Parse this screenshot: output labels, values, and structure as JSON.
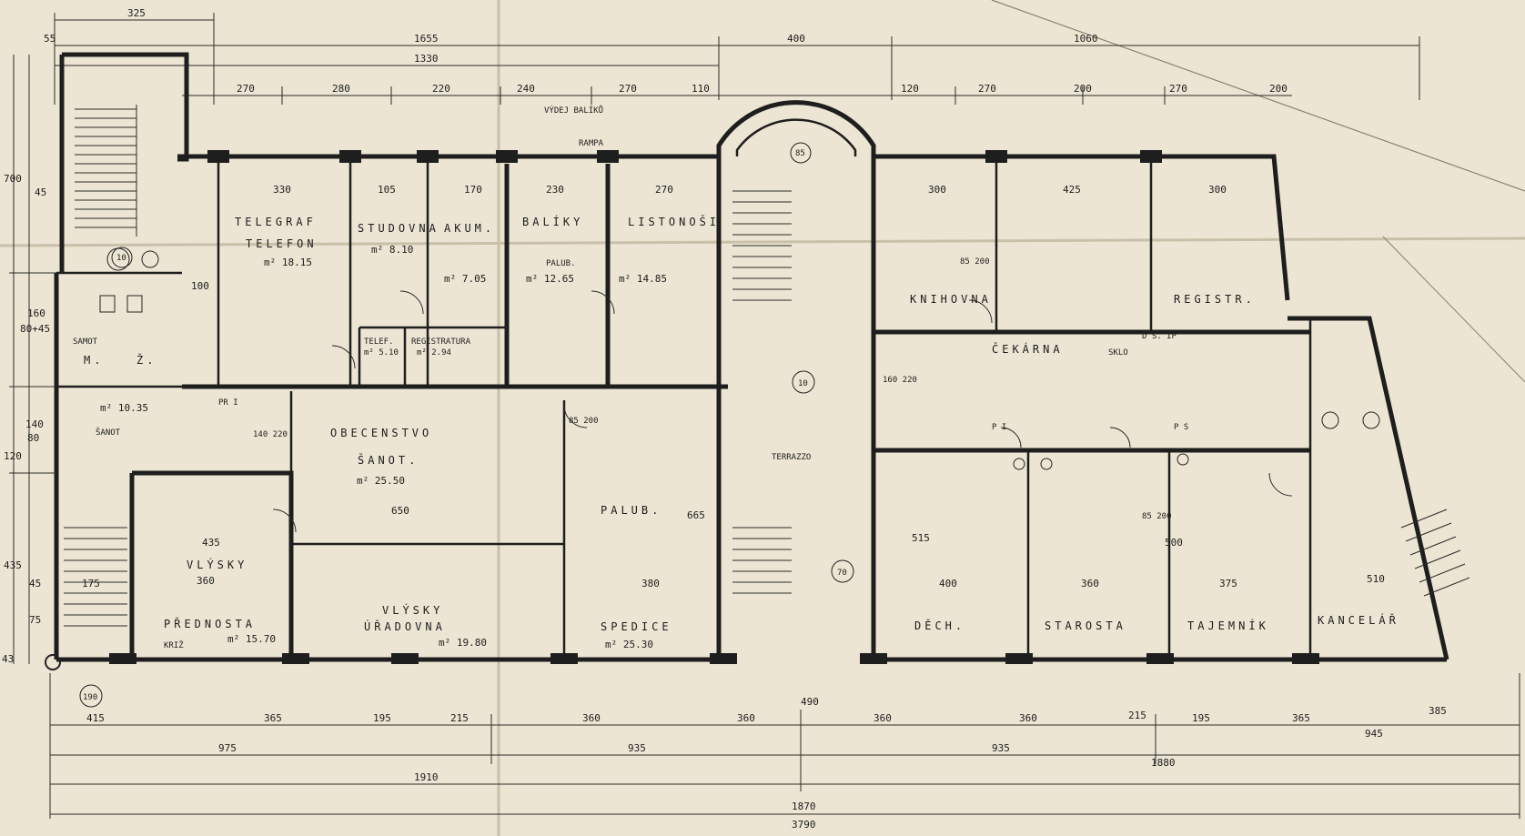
{
  "rooms": [
    {
      "label": "TELEGRAF",
      "area": ""
    },
    {
      "label": "TELEFON",
      "area": "m² 18.15"
    },
    {
      "label": "STUDOVNA",
      "area": "m² 8.10"
    },
    {
      "label": "AKUM.",
      "area": "m² 7.05"
    },
    {
      "label": "BALÍKY",
      "area": "m² 12.65"
    },
    {
      "label": "LISTONOŠI",
      "area": "m² 14.85"
    },
    {
      "label": "KNIHOVNA",
      "area": ""
    },
    {
      "label": "REGISTR.",
      "area": ""
    },
    {
      "label": "ČEKÁRNA",
      "area": ""
    },
    {
      "label": "OBECENSTVO",
      "area": "m² 25.50"
    },
    {
      "label": "ŠANOT.",
      "area": ""
    },
    {
      "label": "PALUB.",
      "area": ""
    },
    {
      "label": "TERRAZZO",
      "area": ""
    },
    {
      "label": "VLÝSKY",
      "area": ""
    },
    {
      "label": "PŘEDNOSTA",
      "area": "m² 15.70"
    },
    {
      "label": "VLÝSKY",
      "area": ""
    },
    {
      "label": "ÚŘADOVNA",
      "area": "m² 19.80"
    },
    {
      "label": "SPEDICE",
      "area": "m² 25.30"
    },
    {
      "label": "DĚCH.",
      "area": ""
    },
    {
      "label": "STAROSTA",
      "area": ""
    },
    {
      "label": "TAJEMNÍK",
      "area": ""
    },
    {
      "label": "KANCELÁŘ",
      "area": ""
    },
    {
      "label": "TELEF.",
      "area": "m² 5.10"
    },
    {
      "label": "REGISTRATURA",
      "area": "m² 2.94"
    },
    {
      "label": "VÝDEJ BALÍKŮ",
      "area": ""
    },
    {
      "label": "RAMPA",
      "area": ""
    },
    {
      "label": "ŠANOT",
      "area": "m² 10.35"
    },
    {
      "label": "PALUB.",
      "area": ""
    }
  ],
  "dims_top": [
    "325",
    "55",
    "1655",
    "400",
    "1060",
    "1330",
    "270",
    "280",
    "220",
    "240",
    "270",
    "110",
    "120",
    "270",
    "200",
    "270",
    "200"
  ],
  "dims_bottom": [
    "415",
    "365",
    "195",
    "215",
    "360",
    "360",
    "490",
    "360",
    "360",
    "215",
    "195",
    "365",
    "385",
    "975",
    "935",
    "935",
    "945",
    "1910",
    "1880",
    "1870",
    "3790"
  ],
  "dims_left": [
    "700",
    "45",
    "160",
    "80+45",
    "140",
    "80",
    "120",
    "435",
    "45",
    "75",
    "43"
  ],
  "dims_interior": [
    "330",
    "105",
    "170",
    "230",
    "270",
    "300",
    "425",
    "300",
    "100",
    "650",
    "665",
    "515",
    "500",
    "360",
    "380",
    "400",
    "360",
    "375",
    "510",
    "435",
    "175",
    "85 200",
    "140 220",
    "160 220",
    "85 200",
    "85 200"
  ],
  "markers": [
    "10",
    "85",
    "70",
    "190",
    "10"
  ],
  "misc": [
    "P I",
    "P S",
    "D S. IP",
    "SKLO",
    "PR I",
    "M.",
    "Ž.",
    "SAMOT",
    "KRIŽ"
  ]
}
